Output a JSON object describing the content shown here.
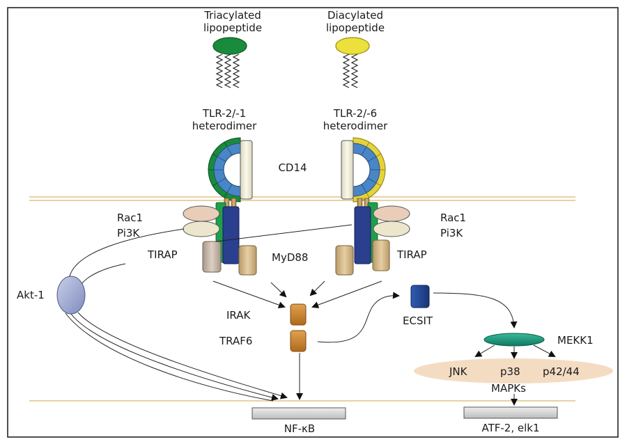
{
  "ligands": {
    "triacylated": "Triacylated lipopeptide",
    "diacylated": "Diacylated lipopeptide"
  },
  "receptors": {
    "tlr21": "TLR-2/-1 heterodimer",
    "tlr26": "TLR-2/-6 heterodimer",
    "cd14": "CD14"
  },
  "adaptors": {
    "rac1": "Rac1",
    "pi3k": "Pi3K",
    "tirap": "TIRAP",
    "myd88": "MyD88",
    "akt1": "Akt-1"
  },
  "kinases": {
    "irak": "IRAK",
    "traf6": "TRAF6",
    "ecsit": "ECSIT",
    "mekk1": "MEKK1",
    "jnk": "JNK",
    "p38": "p38",
    "p4244": "p42/44",
    "mapks": "MAPKs"
  },
  "transcription": {
    "nfkb": "NF-κB",
    "atf2": "ATF-2, elk1"
  },
  "colors": {
    "tlr1": "#1a8a3c",
    "tlr6": "#e6d23a",
    "tlr2": "#4a86c5",
    "cd14": "#f2efd8",
    "myd88": "#2b3f8f",
    "tirap": "#d8b888",
    "rac1": "#e9cdb8",
    "pi3k": "#ebe6cc",
    "akt1": "#9aa5cf",
    "irak": "#c98630",
    "ecsit": "#234b9a",
    "mekk1": "#16957a",
    "mapk_band": "#f4dcc3",
    "membrane": "#d8b66a"
  }
}
